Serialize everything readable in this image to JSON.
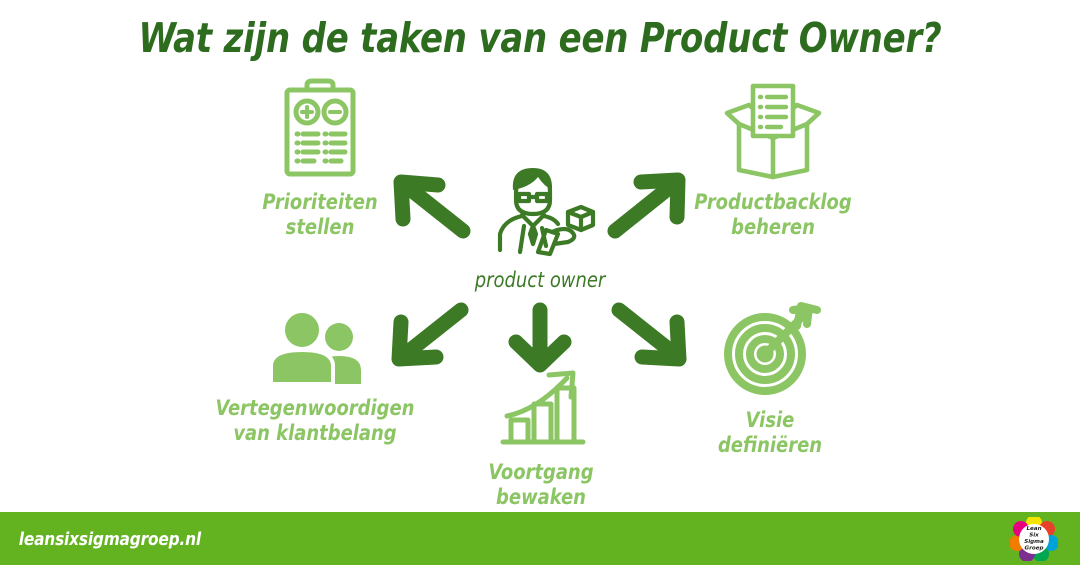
{
  "page": {
    "title": "Wat zijn de taken van een Product Owner?",
    "background_color": "#ffffff",
    "dark_green": "#2d6b1e",
    "mid_green": "#3d7a26",
    "light_green": "#8cc563",
    "footer_green": "#62b31f"
  },
  "center": {
    "label": "product owner",
    "icon": "person-with-cube-icon"
  },
  "nodes": [
    {
      "id": "prioriteiten-stellen",
      "label": "Prioriteiten\nstellen",
      "icon": "clipboard-plus-minus-icon",
      "position": "top-left"
    },
    {
      "id": "productbacklog-beheren",
      "label": "Productbacklog\nbeheren",
      "icon": "open-box-document-icon",
      "position": "top-right"
    },
    {
      "id": "vertegenwoordigen-van-klantbelang",
      "label": "Vertegenwoordigen\nvan klantbelang",
      "icon": "two-people-icon",
      "position": "bottom-left"
    },
    {
      "id": "voortgang-bewaken",
      "label": "Voortgang\nbewaken",
      "icon": "growth-bar-chart-icon",
      "position": "bottom-center"
    },
    {
      "id": "visie-definieren",
      "label": "Visie\ndefiniëren",
      "icon": "target-arrow-icon",
      "position": "bottom-right"
    }
  ],
  "arrows": [
    {
      "id": "arrow-to-prioriteiten",
      "direction": "up-left",
      "icon": "arrow-up-left-icon"
    },
    {
      "id": "arrow-to-productbacklog",
      "direction": "up-right",
      "icon": "arrow-up-right-icon"
    },
    {
      "id": "arrow-to-klantbelang",
      "direction": "down-left",
      "icon": "arrow-down-left-icon"
    },
    {
      "id": "arrow-to-voortgang",
      "direction": "down",
      "icon": "arrow-down-icon"
    },
    {
      "id": "arrow-to-visie",
      "direction": "down-right",
      "icon": "arrow-down-right-icon"
    }
  ],
  "footer": {
    "url": "leansixsigmagroep.nl",
    "logo_text_lines": [
      "Lean",
      "Six",
      "Sigma",
      "Groep"
    ],
    "logo_icon": "lean-six-sigma-groep-flower-logo"
  }
}
